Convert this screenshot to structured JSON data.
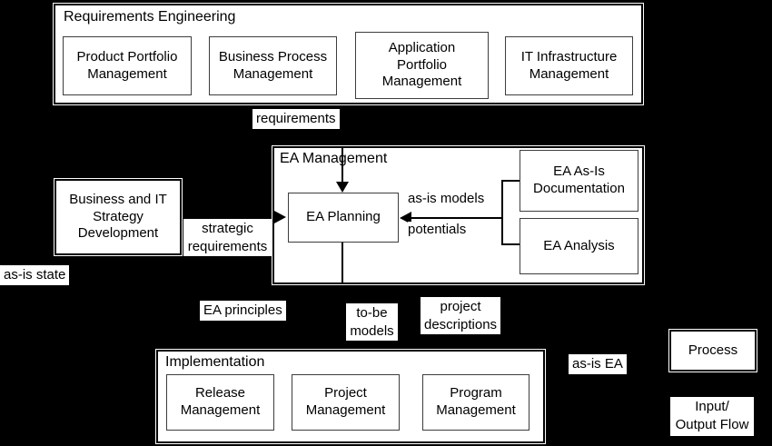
{
  "colors": {
    "background": "#000000",
    "surface": "#ffffff",
    "line": "#000000",
    "text": "#000000"
  },
  "requirements_engineering": {
    "title": "Requirements Engineering",
    "processes": [
      "Product Portfolio\nManagement",
      "Business Process\nManagement",
      "Application\nPortfolio\nManagement",
      "IT Infrastructure\nManagement"
    ]
  },
  "business_it_strategy": {
    "label": "Business and IT\nStrategy\nDevelopment"
  },
  "ea_management": {
    "title": "EA Management",
    "planning": "EA Planning",
    "as_is_documentation": "EA As-Is\nDocumentation",
    "analysis": "EA Analysis"
  },
  "implementation": {
    "title": "Implementation",
    "processes": [
      "Release\nManagement",
      "Project\nManagement",
      "Program\nManagement"
    ]
  },
  "flows": {
    "requirements": "requirements",
    "strategic_requirements": "strategic\nrequirements",
    "as_is_state": "as-is state",
    "as_is_models": "as-is models",
    "potentials": "potentials",
    "ea_principles": "EA principles",
    "to_be_models": "to-be\nmodels",
    "project_descriptions": "project\ndescriptions",
    "as_is_ea": "as-is EA"
  },
  "legend": {
    "process": "Process",
    "io_flow": "Input/\nOutput Flow"
  }
}
